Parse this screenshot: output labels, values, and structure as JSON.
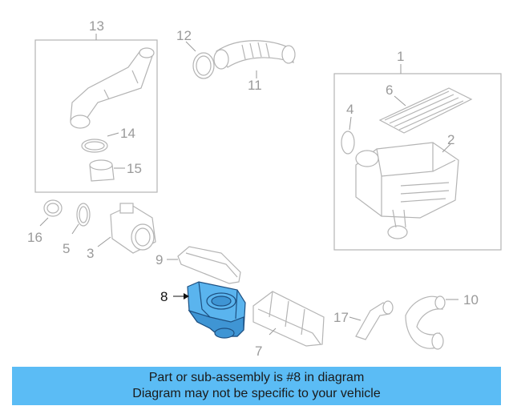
{
  "callouts": {
    "c1": "1",
    "c2": "2",
    "c3": "3",
    "c4": "4",
    "c5": "5",
    "c6": "6",
    "c7": "7",
    "c8": "8",
    "c9": "9",
    "c10": "10",
    "c11": "11",
    "c12": "12",
    "c13": "13",
    "c14": "14",
    "c15": "15",
    "c16": "16",
    "c17": "17"
  },
  "highlight": {
    "part_number": "8",
    "fill_color": "#5ab4ee",
    "outline_color": "#1d4f80"
  },
  "banner": {
    "line1": "Part or sub-assembly is #8 in diagram",
    "line2": "Diagram may not be specific to your vehicle",
    "background_color": "#5bbcf5"
  }
}
